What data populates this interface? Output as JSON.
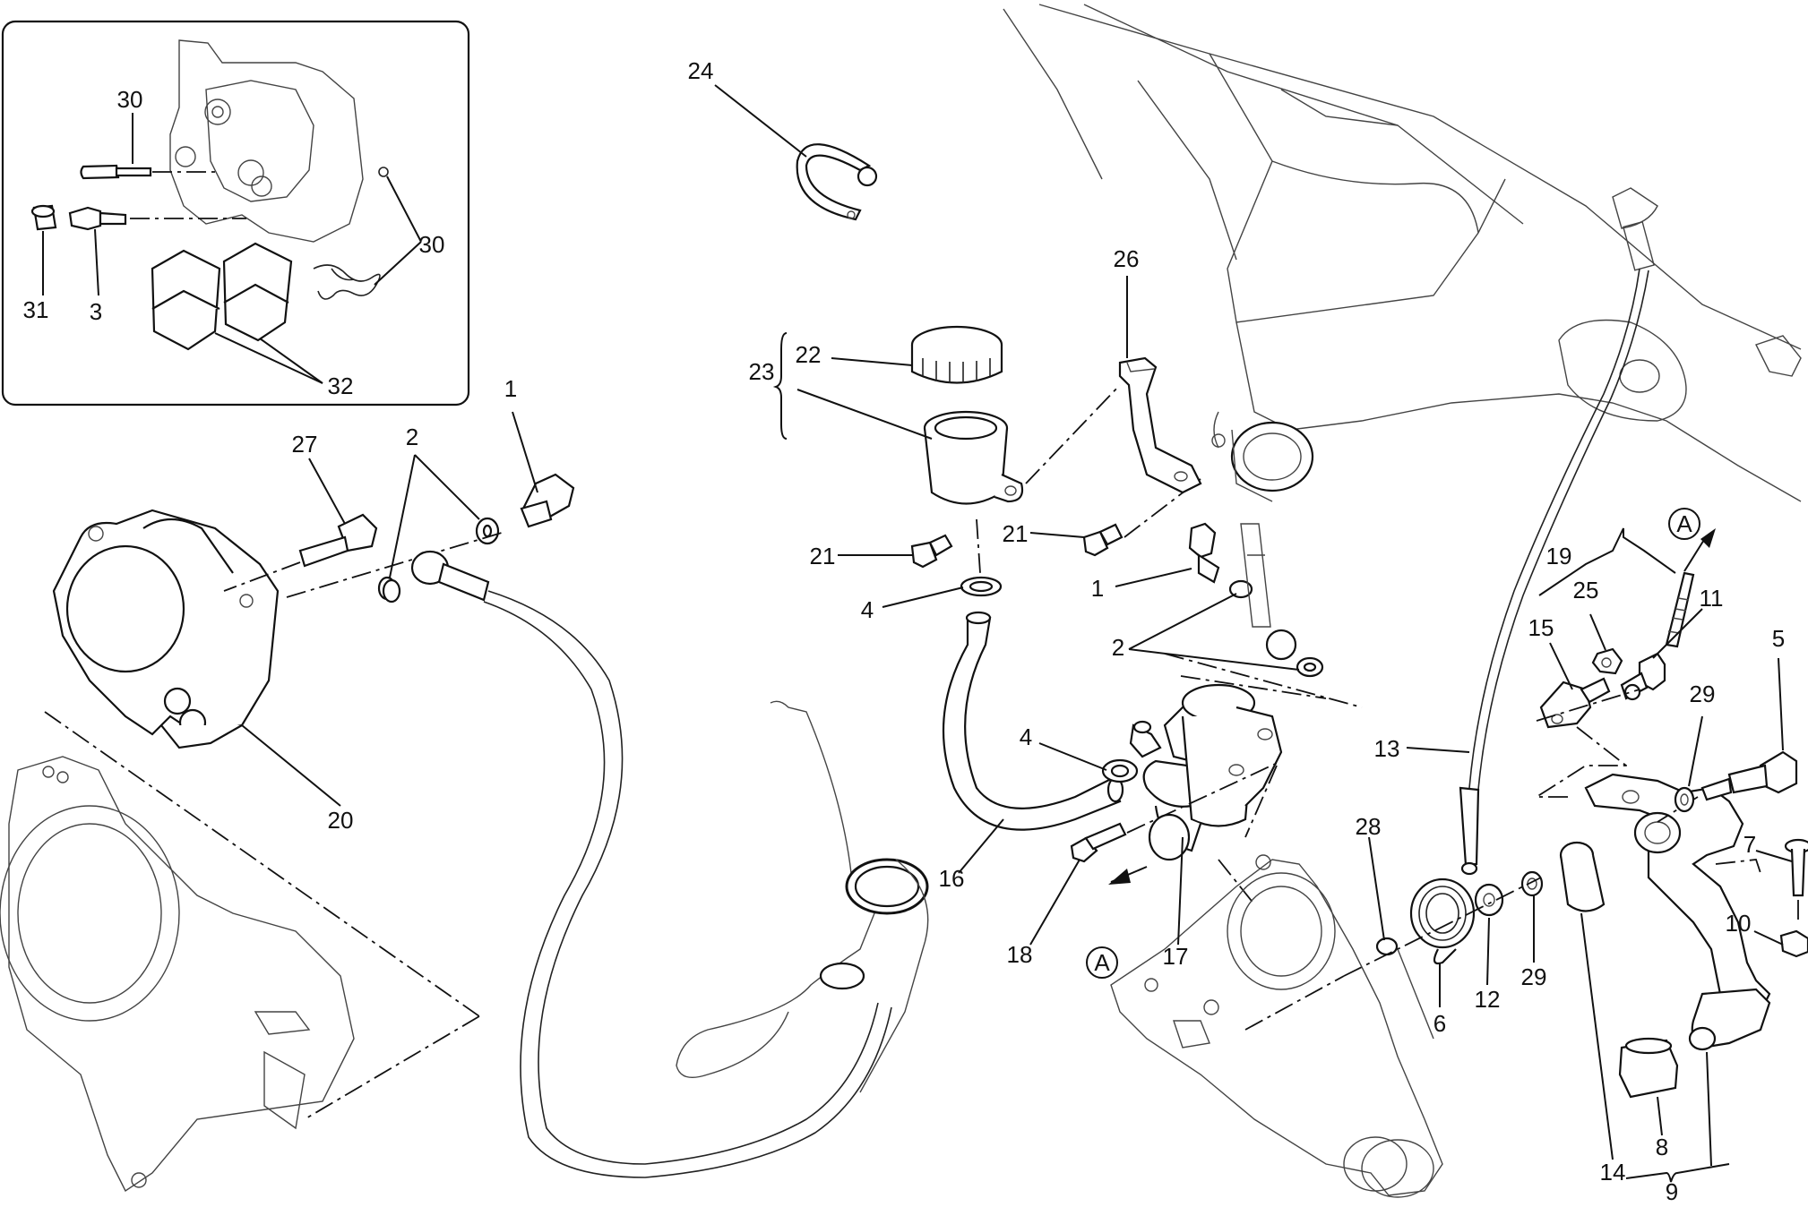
{
  "callouts": [
    {
      "id": "c1a",
      "text": "1"
    },
    {
      "id": "c1b",
      "text": "1"
    },
    {
      "id": "c2a",
      "text": "2"
    },
    {
      "id": "c2b",
      "text": "2"
    },
    {
      "id": "c3",
      "text": "3"
    },
    {
      "id": "c4a",
      "text": "4"
    },
    {
      "id": "c4b",
      "text": "4"
    },
    {
      "id": "c5",
      "text": "5"
    },
    {
      "id": "c6",
      "text": "6"
    },
    {
      "id": "c7",
      "text": "7"
    },
    {
      "id": "c8",
      "text": "8"
    },
    {
      "id": "c9",
      "text": "9"
    },
    {
      "id": "c10",
      "text": "10"
    },
    {
      "id": "c11",
      "text": "11"
    },
    {
      "id": "c12",
      "text": "12"
    },
    {
      "id": "c13",
      "text": "13"
    },
    {
      "id": "c14",
      "text": "14"
    },
    {
      "id": "c15",
      "text": "15"
    },
    {
      "id": "c16",
      "text": "16"
    },
    {
      "id": "c17",
      "text": "17"
    },
    {
      "id": "c18",
      "text": "18"
    },
    {
      "id": "c19",
      "text": "19"
    },
    {
      "id": "c20",
      "text": "20"
    },
    {
      "id": "c21a",
      "text": "21"
    },
    {
      "id": "c21b",
      "text": "21"
    },
    {
      "id": "c22",
      "text": "22"
    },
    {
      "id": "c23",
      "text": "23"
    },
    {
      "id": "c24",
      "text": "24"
    },
    {
      "id": "c25",
      "text": "25"
    },
    {
      "id": "c26",
      "text": "26"
    },
    {
      "id": "c27",
      "text": "27"
    },
    {
      "id": "c28",
      "text": "28"
    },
    {
      "id": "c29a",
      "text": "29"
    },
    {
      "id": "c29b",
      "text": "29"
    },
    {
      "id": "c30a",
      "text": "30"
    },
    {
      "id": "c30b",
      "text": "30"
    },
    {
      "id": "c31",
      "text": "31"
    },
    {
      "id": "c32",
      "text": "32"
    }
  ],
  "references": {
    "ref_a_top": "A",
    "ref_a_bottom": "A"
  }
}
